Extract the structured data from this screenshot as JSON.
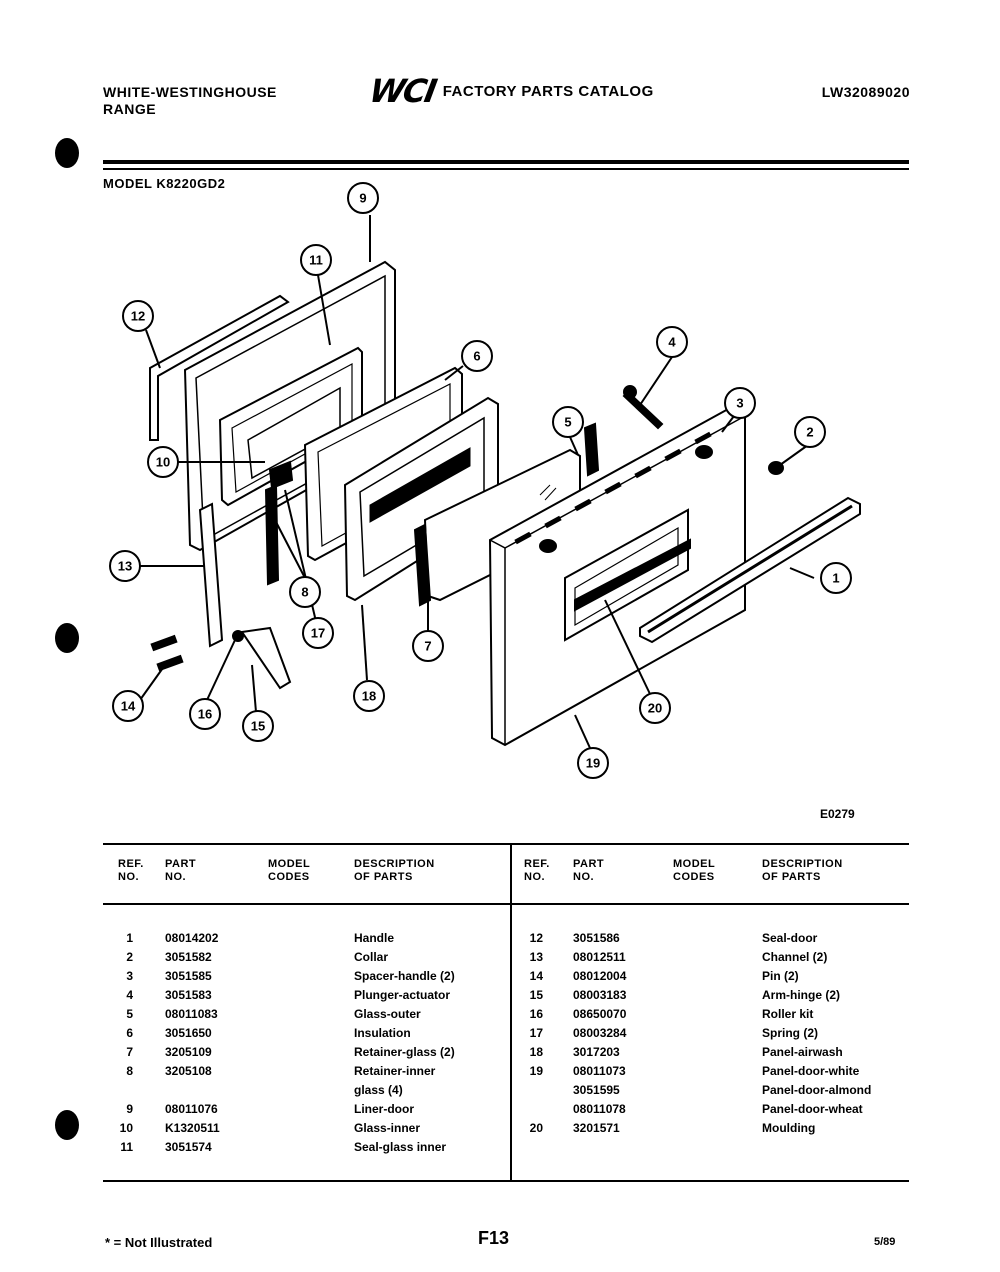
{
  "header": {
    "brand_line1": "WHITE-WESTINGHOUSE",
    "brand_line2": "RANGE",
    "logo": "WCI",
    "catalog_title": "FACTORY PARTS CATALOG",
    "catalog_number": "LW32089020"
  },
  "model_label": "MODEL K8220GD2",
  "diagram": {
    "callouts": [
      "1",
      "2",
      "3",
      "4",
      "5",
      "6",
      "7",
      "8",
      "9",
      "10",
      "11",
      "12",
      "13",
      "14",
      "15",
      "16",
      "17",
      "18",
      "19",
      "20"
    ],
    "code": "E0279"
  },
  "table": {
    "headers": {
      "ref": [
        "REF.",
        "NO."
      ],
      "part": [
        "PART",
        "NO."
      ],
      "model": [
        "MODEL",
        "CODES"
      ],
      "desc": [
        "DESCRIPTION",
        "OF PARTS"
      ]
    },
    "left_rows": [
      {
        "ref": "1",
        "part": "08014202",
        "desc": "Handle"
      },
      {
        "ref": "2",
        "part": "3051582",
        "desc": "Collar"
      },
      {
        "ref": "3",
        "part": "3051585",
        "desc": "Spacer-handle (2)"
      },
      {
        "ref": "4",
        "part": "3051583",
        "desc": "Plunger-actuator"
      },
      {
        "ref": "5",
        "part": "08011083",
        "desc": "Glass-outer"
      },
      {
        "ref": "6",
        "part": "3051650",
        "desc": "Insulation"
      },
      {
        "ref": "7",
        "part": "3205109",
        "desc": "Retainer-glass (2)"
      },
      {
        "ref": "8",
        "part": "3205108",
        "desc": "Retainer-inner"
      },
      {
        "ref": "",
        "part": "",
        "desc": "glass (4)"
      },
      {
        "ref": "9",
        "part": "08011076",
        "desc": "Liner-door"
      },
      {
        "ref": "10",
        "part": "K1320511",
        "desc": "Glass-inner"
      },
      {
        "ref": "11",
        "part": "3051574",
        "desc": "Seal-glass inner"
      }
    ],
    "right_rows": [
      {
        "ref": "12",
        "part": "3051586",
        "desc": "Seal-door"
      },
      {
        "ref": "13",
        "part": "08012511",
        "desc": "Channel (2)"
      },
      {
        "ref": "14",
        "part": "08012004",
        "desc": "Pin (2)"
      },
      {
        "ref": "15",
        "part": "08003183",
        "desc": "Arm-hinge (2)"
      },
      {
        "ref": "16",
        "part": "08650070",
        "desc": "Roller kit"
      },
      {
        "ref": "17",
        "part": "08003284",
        "desc": "Spring (2)"
      },
      {
        "ref": "18",
        "part": "3017203",
        "desc": "Panel-airwash"
      },
      {
        "ref": "19",
        "part": "08011073",
        "desc": "Panel-door-white"
      },
      {
        "ref": "",
        "part": "3051595",
        "desc": "Panel-door-almond"
      },
      {
        "ref": "",
        "part": "08011078",
        "desc": "Panel-door-wheat"
      },
      {
        "ref": "20",
        "part": "3201571",
        "desc": "Moulding"
      }
    ]
  },
  "footer": {
    "note": "* = Not Illustrated",
    "page": "F13",
    "date": "5/89"
  }
}
